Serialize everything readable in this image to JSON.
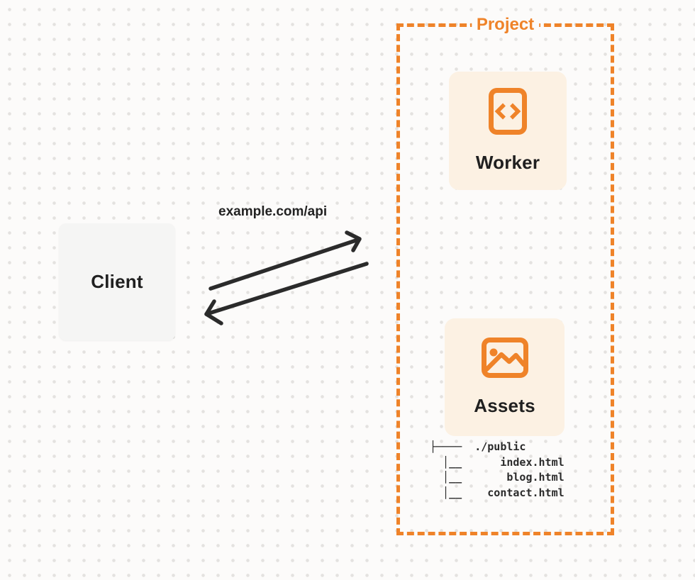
{
  "colors": {
    "orange": "#EF8329",
    "cream": "#FCF1E3",
    "client_bg": "#F5F5F4",
    "ink": "#202020",
    "arrow": "#2B2B2B",
    "page_bg": "#FCFBFA",
    "dot": "#E4E2E0"
  },
  "client": {
    "label": "Client"
  },
  "request": {
    "url_label": "example.com/api"
  },
  "project": {
    "label": "Project",
    "worker": {
      "label": "Worker",
      "icon": "code-brackets-icon"
    },
    "assets": {
      "label": "Assets",
      "icon": "image-icon"
    },
    "file_tree": {
      "lines": [
        "├────  ./public",
        "  │__      index.html",
        "  │__       blog.html",
        "  │__    contact.html"
      ]
    }
  }
}
